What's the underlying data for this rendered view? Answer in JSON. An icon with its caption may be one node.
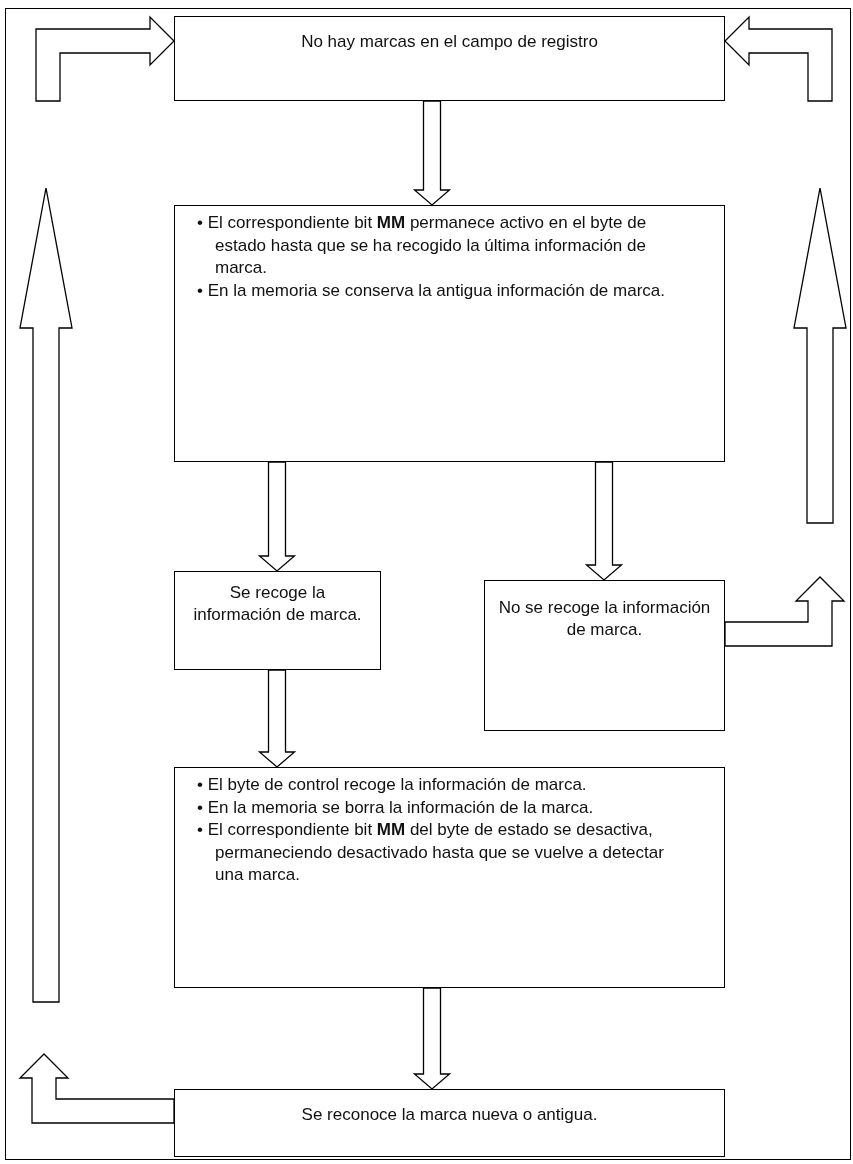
{
  "diagram": {
    "nodes": [
      {
        "text": [
          "No hay marcas en el campo de registro"
        ]
      },
      {
        "text": [
          "• El correspondiente bit **MM** permanece activo en el byte de estado hasta que se ha recogido la última información de marca.",
          "• En la memoria se conserva la antigua información de marca."
        ]
      },
      {
        "text": [
          "Se recoge la información de marca."
        ]
      },
      {
        "text": [
          "No se recoge la información de marca."
        ]
      },
      {
        "text": [
          "• El byte de control recoge la información de marca.",
          "• En la memoria se borra la información de la marca.",
          "• El correspondiente bit **MM** del byte de estado se desactiva, permaneciendo desactivado hasta que se vuelve a detectar una marca."
        ]
      },
      {
        "text": [
          "Se reconoce la marca nueva o antigua."
        ]
      }
    ],
    "edges": [
      {
        "from": 0,
        "to": 1,
        "arrow": "to"
      },
      {
        "from": 1,
        "to": 2,
        "arrow": "to"
      },
      {
        "from": 1,
        "to": 3,
        "arrow": "to"
      },
      {
        "from": 2,
        "to": 4,
        "arrow": "to"
      },
      {
        "from": 4,
        "to": 5,
        "arrow": "to"
      },
      {
        "from": 5,
        "to": null,
        "arrow": "to"
      },
      {
        "from": null,
        "to": 0,
        "arrow": "to"
      },
      {
        "from": 3,
        "to": null,
        "arrow": "to"
      },
      {
        "from": null,
        "to": 0,
        "arrow": "to"
      }
    ]
  }
}
